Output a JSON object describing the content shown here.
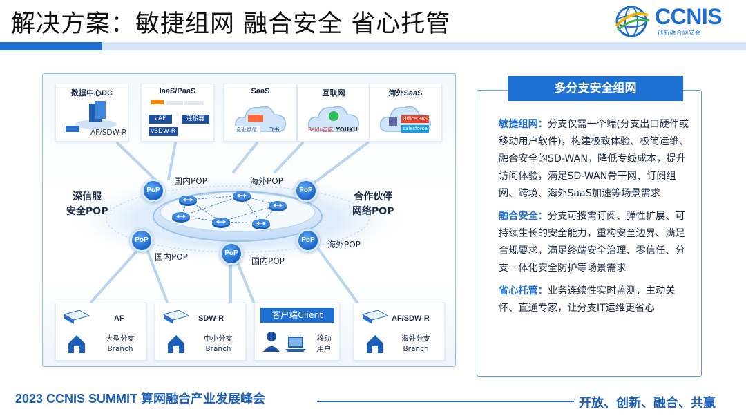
{
  "header": {
    "title": "解决方案：敏捷组网 融合安全 省心托管",
    "logo_text": "CCNIS",
    "logo_sub": "创新融合网安会"
  },
  "diagram": {
    "top_boxes": [
      {
        "label": "数据中心DC",
        "device": "AF/SDW-R"
      },
      {
        "label": "IaaS/PaaS",
        "tags": [
          "vAF",
          "连接器",
          "vSDW-R"
        ]
      },
      {
        "label": "SaaS",
        "tags": [
          "企业微信",
          "飞书"
        ]
      },
      {
        "label": "互联网",
        "tags": [
          "Baidu百度",
          "YOUKU"
        ]
      },
      {
        "label": "海外SaaS",
        "tags": [
          "Office 365",
          "salesforce"
        ]
      }
    ],
    "pop_badge": "PoP",
    "pop_labels": {
      "domestic_top": "国内POP",
      "overseas_top": "海外POP",
      "domestic_left": "国内POP",
      "domestic_mid": "国内POP",
      "overseas_right": "海外POP"
    },
    "side_labels": {
      "left": [
        "深信服",
        "安全POP"
      ],
      "right": [
        "合作伙伴",
        "网络POP"
      ]
    },
    "bottom_boxes": [
      {
        "name": "AF",
        "sub": [
          "大型分支",
          "Branch"
        ]
      },
      {
        "name": "SDW-R",
        "sub": [
          "中小分支",
          "Branch"
        ]
      },
      {
        "name": "客户端Client",
        "sub": [
          "移动",
          "用户"
        ]
      },
      {
        "name": "AF/SDW-R",
        "sub": [
          "海外分支",
          "Branch"
        ]
      }
    ]
  },
  "panel": {
    "title": "多分支安全组网",
    "sections": [
      {
        "key": "敏捷组网：",
        "text": "分支仅需一个端(分支出口硬件或移动用户软件)，构建极致体验、极简运维、融合安全的SD-WAN，降低专线成本，提升访问体验，满足SD-WAN骨干网、订阅组网、跨境、海外SaaS加速等场景需求"
      },
      {
        "key": "融合安全：",
        "text": "分支可按需订阅、弹性扩展、可持续生长的安全能力，重构安全边界、满足合规要求，满足终端安全治理、零信任、分支一体化安全防护等场景需求"
      },
      {
        "key": "省心托管：",
        "text": "业务连续性实时监测，主动关怀、直通专家，让分支IT运维更省心"
      }
    ]
  },
  "footer": {
    "left": "2023 CCNIS SUMMIT 算网融合产业发展峰会",
    "right": "开放、创新、融合、共赢"
  },
  "colors": {
    "brand_blue": "#1d6fd1",
    "light_band": "#d4e4f4",
    "footer_blue": "#1d5fb8"
  }
}
